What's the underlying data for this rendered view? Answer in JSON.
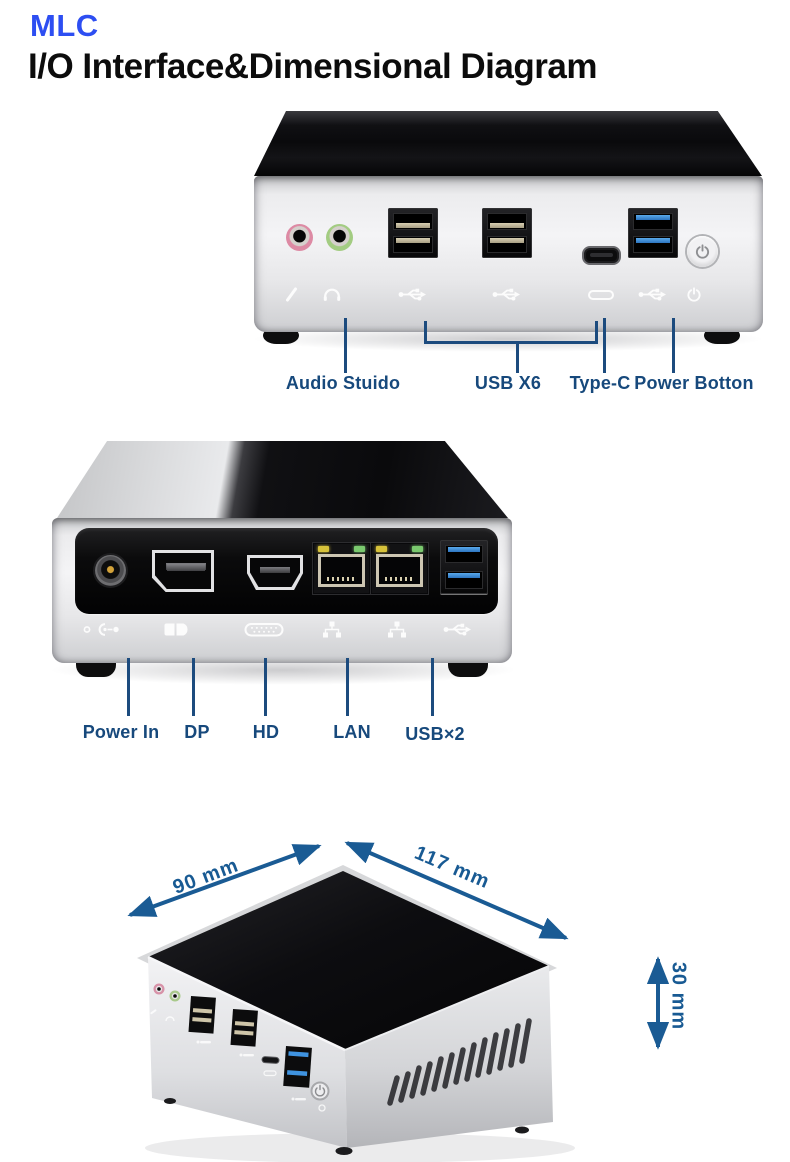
{
  "header": {
    "brand": "MLC",
    "title": "I/O Interface&Dimensional Diagram"
  },
  "front_view": {
    "callouts": [
      {
        "label": "Audio Stuido"
      },
      {
        "label": "USB X6"
      },
      {
        "label": "Type-C"
      },
      {
        "label": "Power Botton"
      }
    ],
    "icons": [
      "mic-icon",
      "headphone-icon",
      "usb-icon",
      "usb-icon",
      "type-c-icon",
      "usb-icon",
      "power-icon"
    ]
  },
  "rear_view": {
    "callouts": [
      {
        "label": "Power In"
      },
      {
        "label": "DP"
      },
      {
        "label": "HD"
      },
      {
        "label": "LAN"
      },
      {
        "label": "USB×2"
      }
    ],
    "icons": [
      "dc-power-icon",
      "dp-icon",
      "vga-icon",
      "lan-icon",
      "lan-icon",
      "usb-icon"
    ]
  },
  "dimension_view": {
    "depth_label": "90 mm",
    "width_label": "117 mm",
    "height_label": "30 mm"
  },
  "colors": {
    "brand_blue": "#2d4ef2",
    "title_black": "#0c0c0c",
    "callout_navy": "#17497c",
    "dimension_blue": "#185a93",
    "usb3_blue": "#3f93e0"
  }
}
